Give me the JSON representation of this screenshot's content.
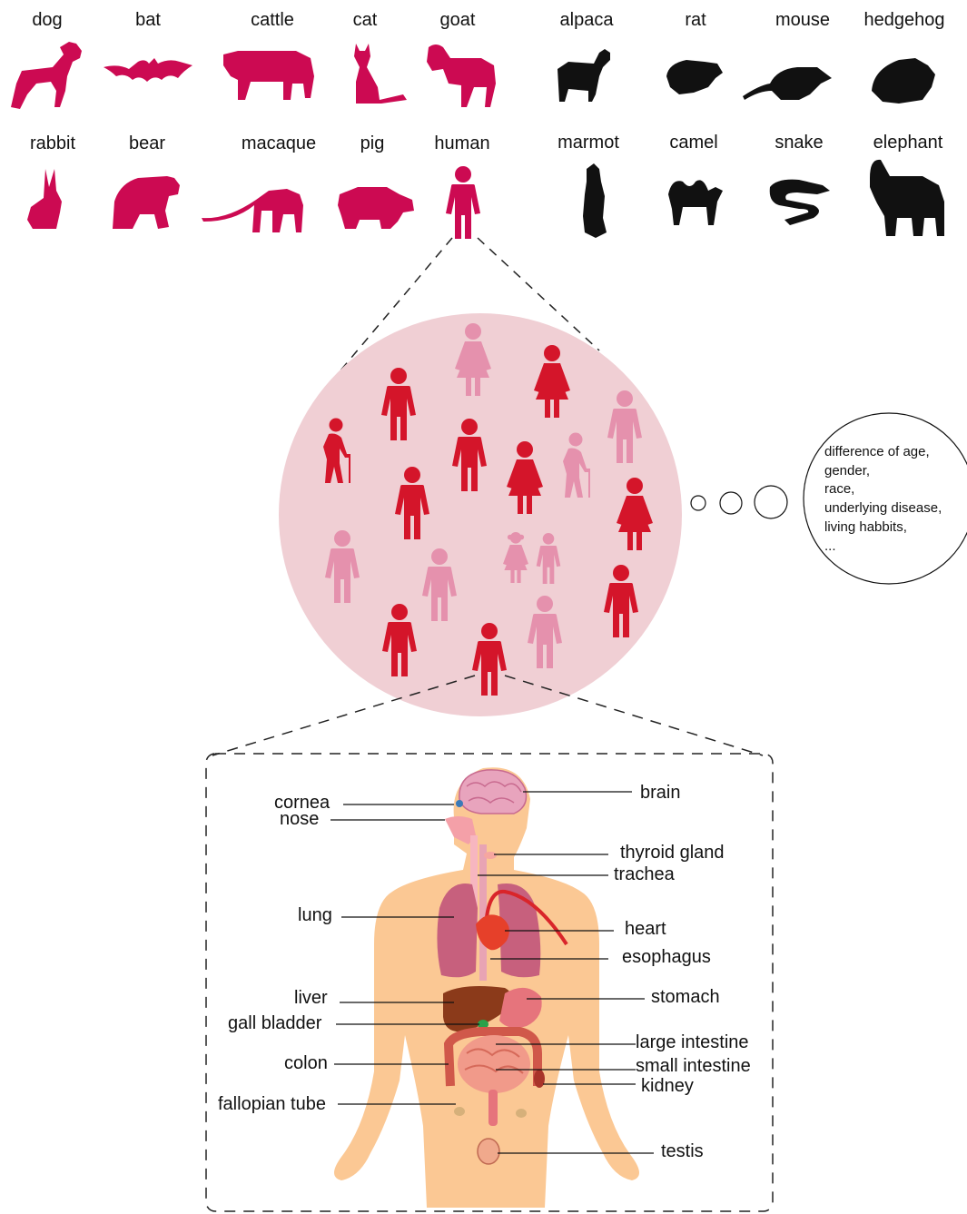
{
  "animals": {
    "red_row1": [
      "dog",
      "bat",
      "cattle",
      "cat",
      "goat"
    ],
    "red_row2": [
      "rabbit",
      "bear",
      "macaque",
      "pig",
      "human"
    ],
    "black_row1": [
      "alpaca",
      "rat",
      "mouse",
      "hedgehog"
    ],
    "black_row2": [
      "marmot",
      "camel",
      "snake",
      "elephant"
    ]
  },
  "thought": {
    "lines": [
      "difference of age,",
      "gender,",
      "race,",
      "underlying disease,",
      "living habbits,",
      "..."
    ]
  },
  "organs": {
    "left": [
      "cornea",
      "nose",
      "lung",
      "liver",
      "gall bladder",
      "colon",
      "fallopian tube"
    ],
    "right": [
      "brain",
      "thyroid gland",
      "trachea",
      "heart",
      "esophagus",
      "stomach",
      "large intestine",
      "small intestine",
      "kidney",
      "testis"
    ]
  },
  "colors": {
    "host_red": "#cc0a52",
    "black": "#111111",
    "person_dark": "#d4152a",
    "person_light": "#e591ad",
    "crowd_circle": "#f0cfd4",
    "skin": "#fbc894"
  }
}
